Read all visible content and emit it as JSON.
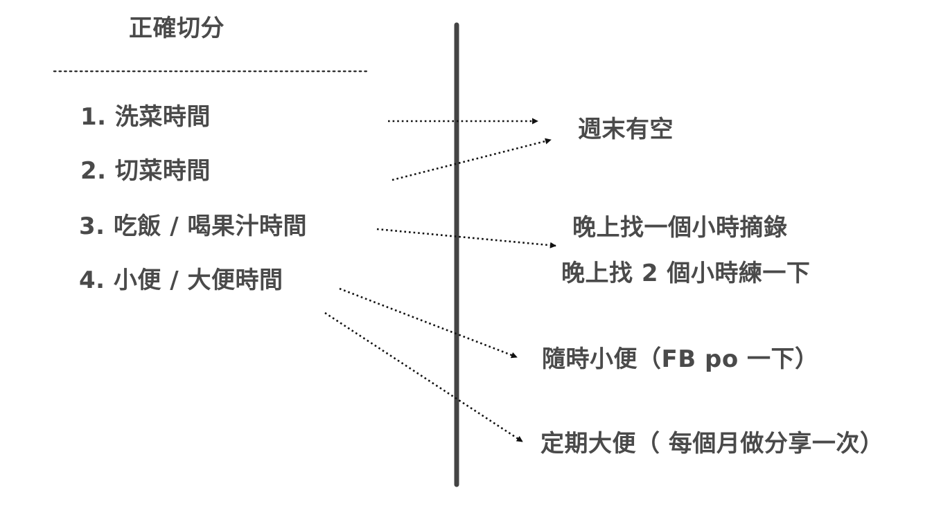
{
  "title": "正確切分",
  "left_items": [
    "1. 洗菜時間",
    "2. 切菜時間",
    "3. 吃飯 / 喝果汁時間",
    "4. 小便 / 大便時間"
  ],
  "right_items": [
    "週末有空",
    "晚上找一個小時摘錄",
    "晚上找 2 個小時練一下",
    "隨時小便（FB po 一下）",
    "定期大便（ 每個月做分享一次）"
  ],
  "colors": {
    "text": "#4a4a4a",
    "divider": "#444444",
    "arrow": "#111111"
  }
}
